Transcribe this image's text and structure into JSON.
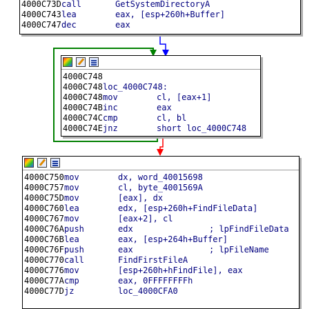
{
  "colors": {
    "edge_green": "#008000",
    "edge_blue": "#0000ff",
    "edge_red": "#ff0000",
    "text": "#00007f",
    "address": "#000000"
  },
  "block1": {
    "lines": [
      {
        "addr": "4000C73D",
        "mn": "call",
        "op": "GetSystemDirectoryA",
        "cm": ""
      },
      {
        "addr": "4000C743",
        "mn": "lea",
        "op": "eax, [esp+260h+Buffer]",
        "cm": ""
      },
      {
        "addr": "4000C747",
        "mn": "dec",
        "op": "eax",
        "cm": ""
      }
    ]
  },
  "block2": {
    "toolbar": [
      "colors-icon",
      "edit-icon",
      "graph-icon"
    ],
    "lines": [
      {
        "addr": "4000C748",
        "mn": "",
        "op": "",
        "cm": ""
      },
      {
        "addr": "4000C748",
        "mn": "loc_4000C748:",
        "op": "",
        "cm": ""
      },
      {
        "addr": "4000C748",
        "mn": "mov",
        "op": "cl, [eax+1]",
        "cm": ""
      },
      {
        "addr": "4000C74B",
        "mn": "inc",
        "op": "eax",
        "cm": ""
      },
      {
        "addr": "4000C74C",
        "mn": "cmp",
        "op": "cl, bl",
        "cm": ""
      },
      {
        "addr": "4000C74E",
        "mn": "jnz",
        "op": "short loc_4000C748",
        "cm": ""
      }
    ]
  },
  "block3": {
    "toolbar": [
      "colors-icon",
      "edit-icon",
      "graph-icon"
    ],
    "lines": [
      {
        "addr": "4000C750",
        "mn": "mov",
        "op": "dx, word_40015698",
        "cm": ""
      },
      {
        "addr": "4000C757",
        "mn": "mov",
        "op": "cl, byte_4001569A",
        "cm": ""
      },
      {
        "addr": "4000C75D",
        "mn": "mov",
        "op": "[eax], dx",
        "cm": ""
      },
      {
        "addr": "4000C760",
        "mn": "lea",
        "op": "edx, [esp+260h+FindFileData]",
        "cm": ""
      },
      {
        "addr": "4000C767",
        "mn": "mov",
        "op": "[eax+2], cl",
        "cm": ""
      },
      {
        "addr": "4000C76A",
        "mn": "push",
        "op": "edx",
        "cm": "; lpFindFileData"
      },
      {
        "addr": "4000C76B",
        "mn": "lea",
        "op": "eax, [esp+264h+Buffer]",
        "cm": ""
      },
      {
        "addr": "4000C76F",
        "mn": "push",
        "op": "eax",
        "cm": "; lpFileName"
      },
      {
        "addr": "4000C770",
        "mn": "call",
        "op": "FindFirstFileA",
        "cm": ""
      },
      {
        "addr": "4000C776",
        "mn": "mov",
        "op": "[esp+260h+hFindFile], eax",
        "cm": ""
      },
      {
        "addr": "4000C77A",
        "mn": "cmp",
        "op": "eax, 0FFFFFFFFh",
        "cm": ""
      },
      {
        "addr": "4000C77D",
        "mn": "jz",
        "op": "loc_4000CFA0",
        "cm": ""
      }
    ]
  }
}
